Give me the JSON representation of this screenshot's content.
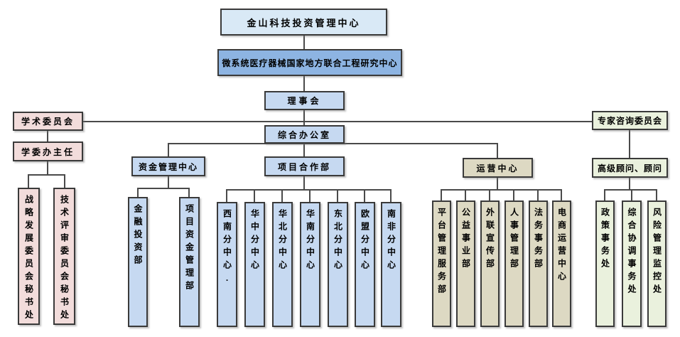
{
  "org": {
    "root": "金山科技投资管理中心",
    "research_center": "微系统医疗器械国家地方联合工程研究中心",
    "council": "理事会",
    "office": "综合办公室",
    "academic": {
      "committee": "学术委员会",
      "director": "学委办主任",
      "children": [
        "战略发展委员会秘书处",
        "技术评审委员会秘书处"
      ]
    },
    "expert": {
      "committee": "专家咨询委员会",
      "advisors": "高级顾问、顾问",
      "children": [
        "政策事务处",
        "综合协调事务处",
        "风险管理监控处"
      ]
    },
    "departments": [
      {
        "label": "资金管理中心",
        "children": [
          "金融投资部",
          "项目资金管理部"
        ]
      },
      {
        "label": "项目合作部",
        "children": [
          "西南分中心.",
          "华中分中心",
          "华北分中心",
          "华南分中心",
          "东北分中心",
          "欧盟分中心",
          "南非分中心"
        ]
      },
      {
        "label": "运营中心",
        "children": [
          "平台管理服务部",
          "公益事业部",
          "外联宣传部",
          "人事管理部",
          "法务事务部",
          "电商运营中心"
        ]
      }
    ]
  },
  "colors": {
    "root_fill": "#d9e9f6",
    "research_center_fill": "#8db4e2",
    "blue_fill": "#c6d9f1",
    "pink_fill": "#f2dcdb",
    "tan_fill": "#ddd9c3",
    "green_fill": "#eaf1dd",
    "border": "#3a3a3a",
    "line": "#4a4a4a"
  }
}
